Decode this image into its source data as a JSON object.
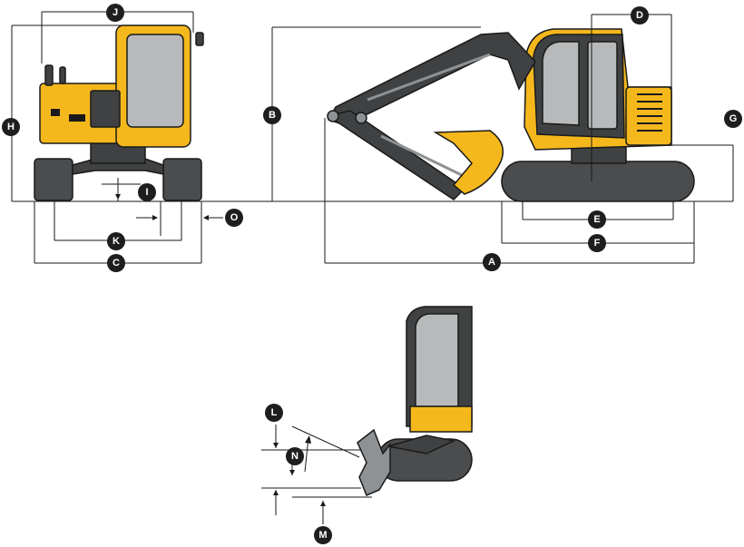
{
  "labels": {
    "A": "A",
    "B": "B",
    "C": "C",
    "D": "D",
    "E": "E",
    "F": "F",
    "G": "G",
    "H": "H",
    "I": "I",
    "J": "J",
    "K": "K",
    "L": "L",
    "M": "M",
    "N": "N",
    "O": "O"
  },
  "colors": {
    "machine_yellow": "#f5b81c",
    "machine_dark": "#3f4143",
    "track": "#4a4c4e",
    "glass": "#b7b9bb",
    "badge": "#1e1e1e"
  }
}
